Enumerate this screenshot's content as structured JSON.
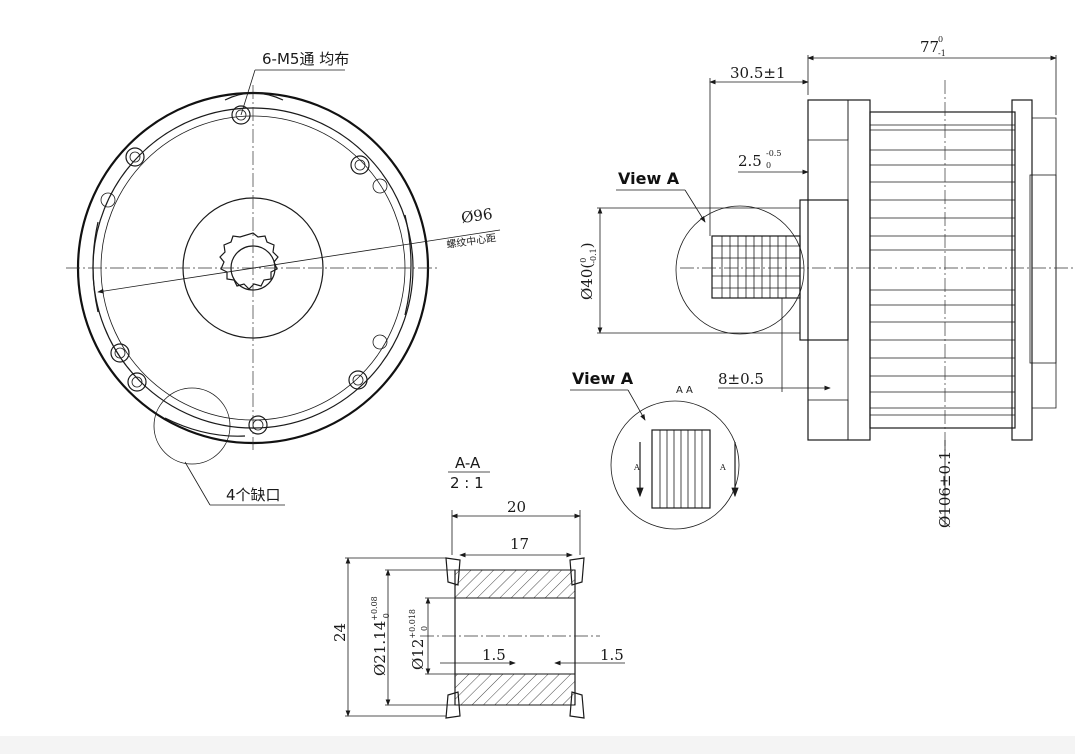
{
  "front_view": {
    "hole_note": "6-M5通 均布",
    "diameter_label": "Ø96",
    "diameter_note": "螺纹中心距",
    "notch_note": "4个缺口"
  },
  "side_view": {
    "overall_length": "77",
    "overall_length_tol_upper": "0",
    "overall_length_tol_lower": "-1",
    "shaft_length": "30.5±1",
    "step_depth": "2.5",
    "step_depth_tol_upper": "-0.5",
    "step_depth_tol_lower": "0",
    "boss_diameter": "Ø40(",
    "boss_diameter_tol_upper": "0",
    "boss_diameter_tol_lower": "-0.1",
    "boss_diameter_close": ")",
    "pulley_offset": "8±0.5",
    "body_diameter": "Ø106±0.1",
    "view_a_label_top": "View A",
    "view_a_label_bottom": "View A",
    "section_mark": "A A",
    "section_arrow_left": "A",
    "section_arrow_right": "A"
  },
  "section_view": {
    "title": "A-A",
    "scale": "2 : 1",
    "width_outer": "20",
    "width_inner": "17",
    "height": "24",
    "outer_diameter": "Ø21.14",
    "outer_diameter_tol_upper": "+0.08",
    "outer_diameter_tol_lower": "0",
    "bore_diameter": "Ø12",
    "bore_diameter_tol_upper": "+0.018",
    "bore_diameter_tol_lower": "0",
    "flange_left": "1.5",
    "flange_right": "1.5"
  }
}
